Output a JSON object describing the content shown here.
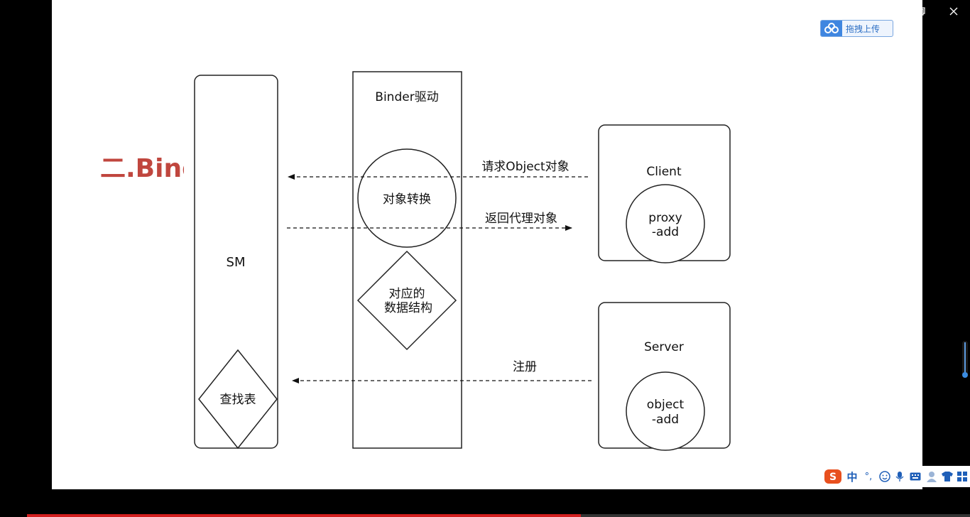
{
  "slide": {
    "title": "二.Binder",
    "sm": {
      "label": "SM",
      "lookup_table": "查找表"
    },
    "binder": {
      "label": "Binder驱动",
      "object_convert": "对象转换",
      "data_structure_line1": "对应的",
      "data_structure_line2": "数据结构"
    },
    "client": {
      "label": "Client",
      "proxy_line1": "proxy",
      "proxy_line2": "-add"
    },
    "server": {
      "label": "Server",
      "object_line1": "object",
      "object_line2": "-add"
    },
    "arrows": {
      "request_object": "请求Object对象",
      "return_proxy": "返回代理对象",
      "register": "注册"
    }
  },
  "toolbar": {
    "upload_label": "拖拽上传"
  },
  "ime": {
    "mode": "中",
    "punct": "°,"
  },
  "video": {
    "progress": 0.57
  }
}
